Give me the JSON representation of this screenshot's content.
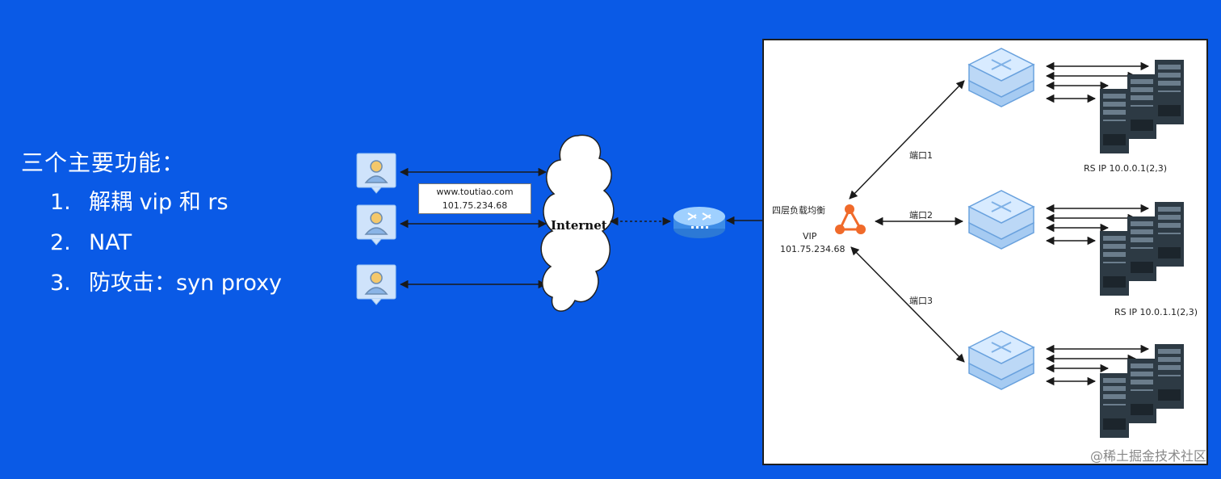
{
  "features": {
    "title": "三个主要功能：",
    "items": [
      {
        "num": "1.",
        "text": "解耦 vip 和 rs"
      },
      {
        "num": "2.",
        "text": "NAT"
      },
      {
        "num": "3.",
        "text": "防攻击：syn proxy"
      }
    ]
  },
  "dns": {
    "domain": "www.toutiao.com",
    "ip": "101.75.234.68"
  },
  "internet_label": "Internet",
  "lb": {
    "name": "四层负载均衡",
    "vip_label": "VIP",
    "vip_ip": "101.75.234.68"
  },
  "ports": [
    "端口1",
    "端口2",
    "端口3"
  ],
  "rs": [
    "RS IP 10.0.0.1(2,3)",
    "RS IP 10.0.1.1(2,3)"
  ],
  "watermark": "@稀土掘金技术社区",
  "colors": {
    "background": "#0a5ae6",
    "icon_blue": "#cfe3fb",
    "lb_orange": "#f06a2a",
    "server_dark": "#2d3a44"
  }
}
